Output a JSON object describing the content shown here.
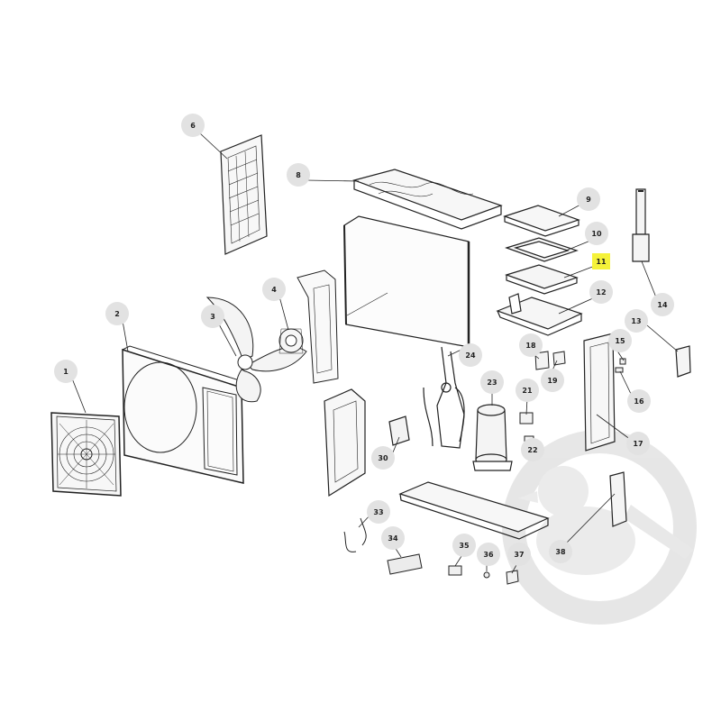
{
  "diagram": {
    "highlight_color": "#f5f23a",
    "watermark_color": "#e2e2e2",
    "callouts": [
      {
        "label": "1",
        "highlighted": false
      },
      {
        "label": "2",
        "highlighted": false
      },
      {
        "label": "3",
        "highlighted": false
      },
      {
        "label": "4",
        "highlighted": false
      },
      {
        "label": "6",
        "highlighted": false
      },
      {
        "label": "8",
        "highlighted": false
      },
      {
        "label": "9",
        "highlighted": false
      },
      {
        "label": "10",
        "highlighted": false
      },
      {
        "label": "11",
        "highlighted": true
      },
      {
        "label": "12",
        "highlighted": false
      },
      {
        "label": "13",
        "highlighted": false
      },
      {
        "label": "14",
        "highlighted": false
      },
      {
        "label": "15",
        "highlighted": false
      },
      {
        "label": "16",
        "highlighted": false
      },
      {
        "label": "17",
        "highlighted": false
      },
      {
        "label": "18",
        "highlighted": false
      },
      {
        "label": "19",
        "highlighted": false
      },
      {
        "label": "21",
        "highlighted": false
      },
      {
        "label": "22",
        "highlighted": false
      },
      {
        "label": "23",
        "highlighted": false
      },
      {
        "label": "24",
        "highlighted": false
      },
      {
        "label": "30",
        "highlighted": false
      },
      {
        "label": "33",
        "highlighted": false
      },
      {
        "label": "34",
        "highlighted": false
      },
      {
        "label": "35",
        "highlighted": false
      },
      {
        "label": "36",
        "highlighted": false
      },
      {
        "label": "37",
        "highlighted": false
      },
      {
        "label": "38",
        "highlighted": false
      }
    ]
  }
}
